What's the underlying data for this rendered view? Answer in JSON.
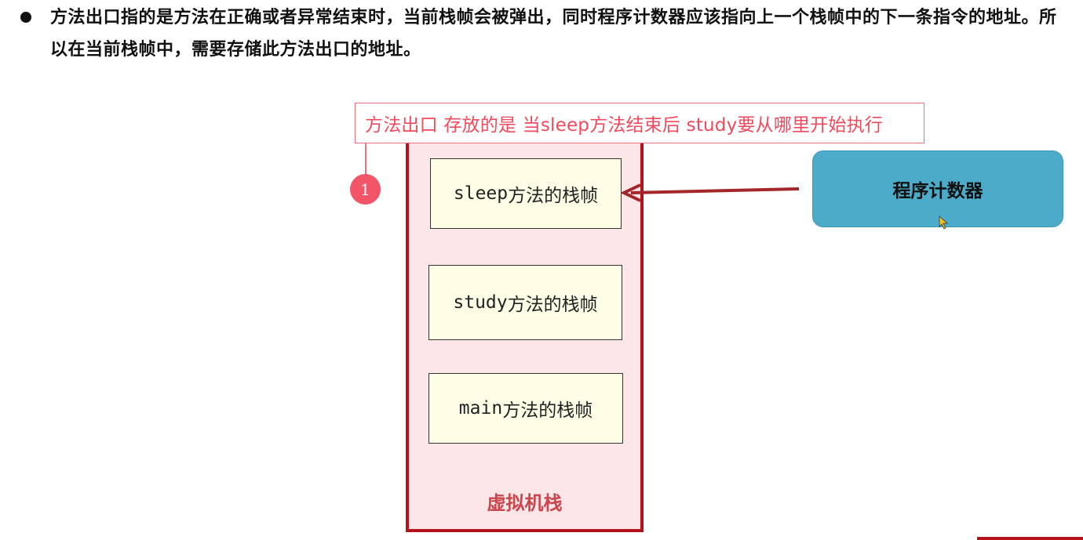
{
  "bullet": {
    "text": "方法出口指的是方法在正确或者异常结束时，当前栈帧会被弹出，同时程序计数器应该指向上一个栈帧中的下一条指令的地址。所以在当前栈帧中，需要存储此方法出口的地址。"
  },
  "callout": {
    "text": "方法出口 存放的是 当sleep方法结束后 study要从哪里开始执行",
    "badge": "1",
    "color": "#f24a5c"
  },
  "stack": {
    "label": "虚拟机栈",
    "border_color": "#b5121b",
    "fill_color": "#fde6e8",
    "frames": [
      {
        "method": "sleep",
        "suffix": "方法的栈帧"
      },
      {
        "method": "study",
        "suffix": "方法的栈帧"
      },
      {
        "method": "main",
        "suffix": "方法的栈帧"
      }
    ]
  },
  "program_counter": {
    "label": "程序计数器",
    "color": "#4babc9",
    "points_to": "sleep方法的栈帧"
  },
  "icons": {
    "bullet": "bullet-dot-icon",
    "arrow": "arrow-left-icon",
    "cursor": "mouse-pointer-icon"
  }
}
